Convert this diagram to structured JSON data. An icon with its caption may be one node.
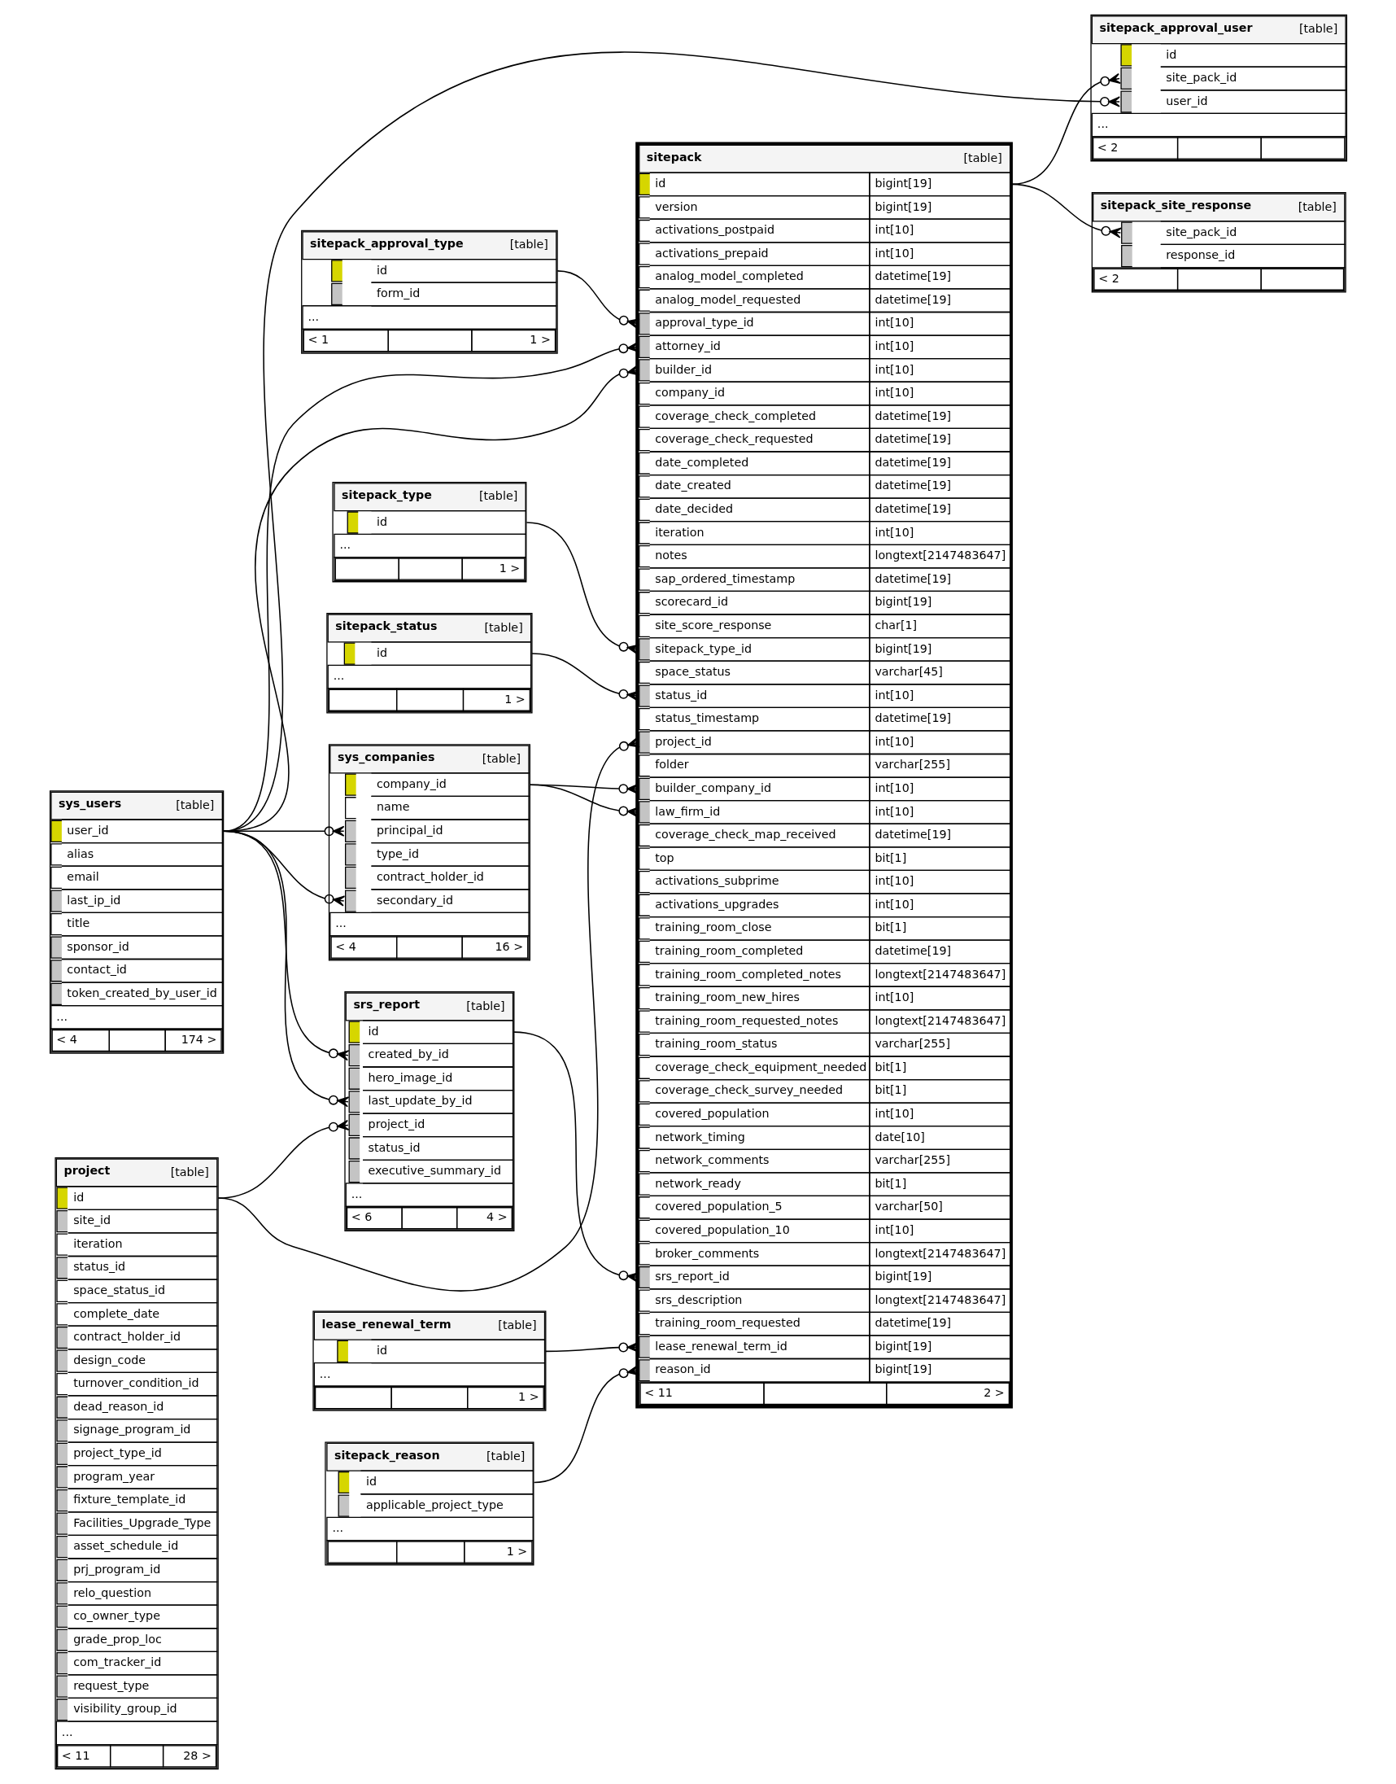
{
  "diagram": {
    "nodes": [
      {
        "text": [
          "sitepack_approval_user",
          "[table]",
          "id",
          "site_pack_id",
          "user_id",
          "...",
          "< 2"
        ]
      },
      {
        "text": [
          "sitepack",
          "[table]",
          "id",
          "bigint[19]",
          "version",
          "bigint[19]",
          "activations_postpaid",
          "int[10]",
          "activations_prepaid",
          "int[10]",
          "analog_model_completed",
          "datetime[19]",
          "analog_model_requested",
          "datetime[19]",
          "approval_type_id",
          "int[10]",
          "attorney_id",
          "int[10]",
          "builder_id",
          "int[10]",
          "company_id",
          "int[10]",
          "coverage_check_completed",
          "datetime[19]",
          "coverage_check_requested",
          "datetime[19]",
          "date_completed",
          "datetime[19]",
          "date_created",
          "datetime[19]",
          "date_decided",
          "datetime[19]",
          "iteration",
          "int[10]",
          "notes",
          "longtext[2147483647]",
          "sap_ordered_timestamp",
          "datetime[19]",
          "scorecard_id",
          "bigint[19]",
          "site_score_response",
          "char[1]",
          "sitepack_type_id",
          "bigint[19]",
          "space_status",
          "varchar[45]",
          "status_id",
          "int[10]",
          "status_timestamp",
          "datetime[19]",
          "project_id",
          "int[10]",
          "folder",
          "varchar[255]",
          "builder_company_id",
          "int[10]",
          "law_firm_id",
          "int[10]",
          "coverage_check_map_received",
          "datetime[19]",
          "top",
          "bit[1]",
          "activations_subprime",
          "int[10]",
          "activations_upgrades",
          "int[10]",
          "training_room_close",
          "bit[1]",
          "training_room_completed",
          "datetime[19]",
          "training_room_completed_notes",
          "longtext[2147483647]",
          "training_room_new_hires",
          "int[10]",
          "training_room_requested_notes",
          "longtext[2147483647]",
          "training_room_status",
          "varchar[255]",
          "coverage_check_equipment_needed",
          "bit[1]",
          "coverage_check_survey_needed",
          "bit[1]",
          "covered_population",
          "int[10]",
          "network_timing",
          "date[10]",
          "network_comments",
          "varchar[255]",
          "network_ready",
          "bit[1]",
          "covered_population_5",
          "varchar[50]",
          "covered_population_10",
          "int[10]",
          "broker_comments",
          "longtext[2147483647]",
          "srs_report_id",
          "bigint[19]",
          "srs_description",
          "longtext[2147483647]",
          "training_room_requested",
          "datetime[19]",
          "lease_renewal_term_id",
          "bigint[19]",
          "reason_id",
          "bigint[19]",
          "< 11",
          "2 >"
        ]
      },
      {
        "text": [
          "sitepack_site_response",
          "[table]",
          "site_pack_id",
          "response_id",
          "< 2"
        ]
      },
      {
        "text": [
          "sitepack_approval_type",
          "[table]",
          "id",
          "form_id",
          "...",
          "< 1",
          "1 >"
        ]
      },
      {
        "text": [
          "sitepack_type",
          "[table]",
          "id",
          "...",
          "1 >"
        ]
      },
      {
        "text": [
          "sitepack_status",
          "[table]",
          "id",
          "...",
          "1 >"
        ]
      },
      {
        "text": [
          "sys_companies",
          "[table]",
          "company_id",
          "name",
          "principal_id",
          "type_id",
          "contract_holder_id",
          "secondary_id",
          "...",
          "< 4",
          "16 >"
        ]
      },
      {
        "text": [
          "sys_users",
          "[table]",
          "user_id",
          "alias",
          "email",
          "last_ip_id",
          "title",
          "sponsor_id",
          "contact_id",
          "token_created_by_user_id",
          "...",
          "< 4",
          "174 >"
        ]
      },
      {
        "text": [
          "srs_report",
          "[table]",
          "id",
          "created_by_id",
          "hero_image_id",
          "last_update_by_id",
          "project_id",
          "status_id",
          "executive_summary_id",
          "...",
          "< 6",
          "4 >"
        ]
      },
      {
        "text": [
          "project",
          "[table]",
          "id",
          "site_id",
          "iteration",
          "status_id",
          "space_status_id",
          "complete_date",
          "contract_holder_id",
          "design_code",
          "turnover_condition_id",
          "dead_reason_id",
          "signage_program_id",
          "project_type_id",
          "program_year",
          "fixture_template_id",
          "Facilities_Upgrade_Type",
          "asset_schedule_id",
          "prj_program_id",
          "relo_question",
          "co_owner_type",
          "grade_prop_loc",
          "com_tracker_id",
          "request_type",
          "visibility_group_id",
          "...",
          "< 11",
          "28 >"
        ]
      },
      {
        "text": [
          "lease_renewal_term",
          "[table]",
          "id",
          "...",
          "1 >"
        ]
      },
      {
        "text": [
          "sitepack_reason",
          "[table]",
          "id",
          "applicable_project_type",
          "...",
          "1 >"
        ]
      }
    ],
    "edges": [
      {
        "from": 7,
        "to": 0,
        "arrow": "other"
      },
      {
        "from": 1,
        "to": 0,
        "arrow": "other"
      },
      {
        "from": 1,
        "to": 2,
        "arrow": "other"
      },
      {
        "from": 3,
        "to": 1,
        "arrow": "other"
      },
      {
        "from": 7,
        "to": 1,
        "arrow": "other"
      },
      {
        "from": 7,
        "to": 1,
        "arrow": "other"
      },
      {
        "from": 4,
        "to": 1,
        "arrow": "other"
      },
      {
        "from": 5,
        "to": 1,
        "arrow": "other"
      },
      {
        "from": 9,
        "to": 1,
        "arrow": "other"
      },
      {
        "from": 6,
        "to": 1,
        "arrow": "other"
      },
      {
        "from": 6,
        "to": 1,
        "arrow": "other"
      },
      {
        "from": 7,
        "to": 6,
        "arrow": "other"
      },
      {
        "from": 7,
        "to": 6,
        "arrow": "other"
      },
      {
        "from": 7,
        "to": 8,
        "arrow": "other"
      },
      {
        "from": 7,
        "to": 8,
        "arrow": "other"
      },
      {
        "from": 9,
        "to": 8,
        "arrow": "other"
      },
      {
        "from": 8,
        "to": 1,
        "arrow": "other"
      },
      {
        "from": 10,
        "to": 1,
        "arrow": "other"
      },
      {
        "from": 11,
        "to": 1,
        "arrow": "other"
      }
    ]
  }
}
